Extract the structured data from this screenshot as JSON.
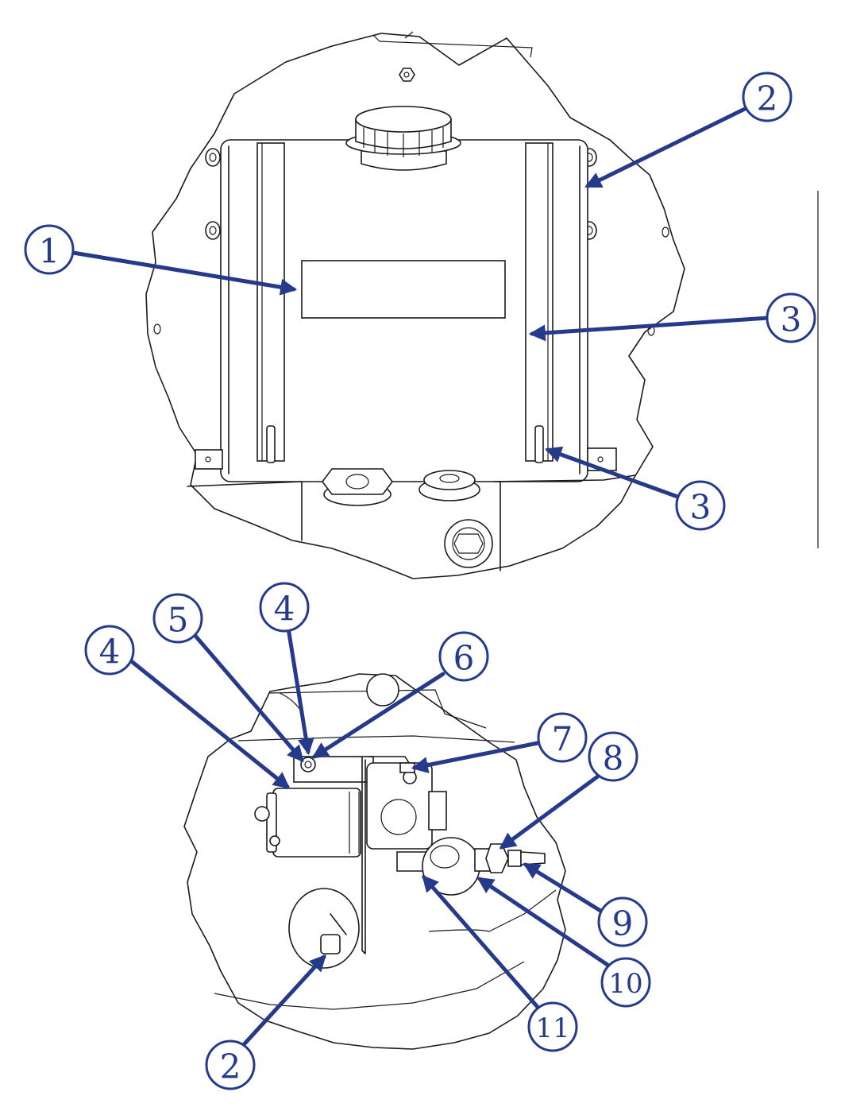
{
  "colors": {
    "callout": "#263a8c",
    "drawing": "#1a1a1a"
  },
  "callouts": [
    {
      "id": "c1",
      "label": "1"
    },
    {
      "id": "c2a",
      "label": "2"
    },
    {
      "id": "c3a",
      "label": "3"
    },
    {
      "id": "c3b",
      "label": "3"
    },
    {
      "id": "c4a",
      "label": "4"
    },
    {
      "id": "c5",
      "label": "5"
    },
    {
      "id": "c4b",
      "label": "4"
    },
    {
      "id": "c6",
      "label": "6"
    },
    {
      "id": "c7",
      "label": "7"
    },
    {
      "id": "c8",
      "label": "8"
    },
    {
      "id": "c9",
      "label": "9"
    },
    {
      "id": "c10",
      "label": "10"
    },
    {
      "id": "c11",
      "label": "11"
    },
    {
      "id": "c2b",
      "label": "2"
    }
  ]
}
